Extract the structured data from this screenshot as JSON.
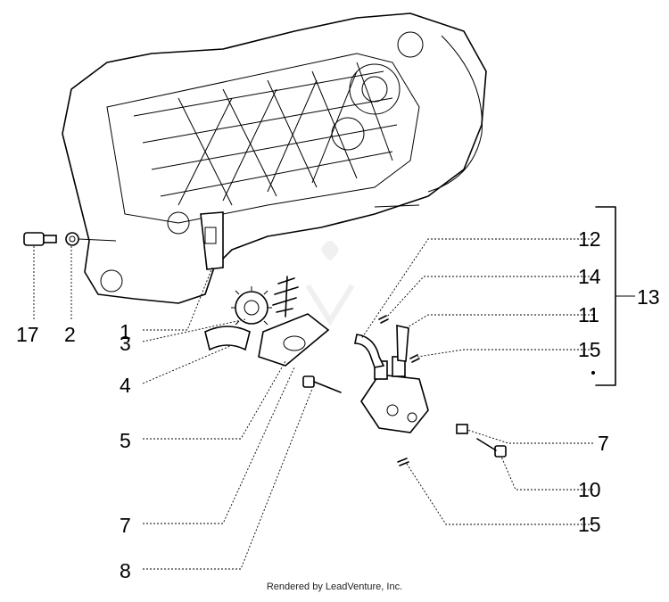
{
  "diagram": {
    "callouts": [
      "17",
      "2",
      "1",
      "3",
      "4",
      "5",
      "7",
      "8",
      "12",
      "14",
      "11",
      "13",
      "15",
      "7",
      "10",
      "15"
    ],
    "footer": "Rendered by LeadVenture, Inc."
  }
}
